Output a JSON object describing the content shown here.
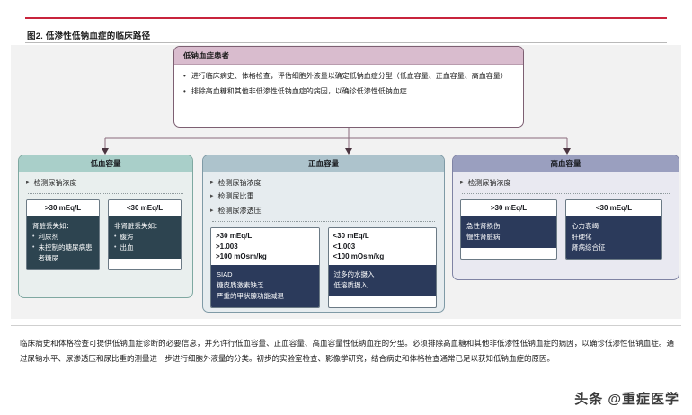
{
  "figure": {
    "title": "图2. 低渗性低钠血症的临床路径"
  },
  "top_box": {
    "header": "低钠血症患者",
    "bullets": [
      "进行临床病史、体格检查，评估细胞外液量以确定低钠血症分型（低血容量、正血容量、高血容量）",
      "排除高血糖和其他非低渗性低钠血症的病因，以确诊低渗性低钠血症"
    ],
    "bullet_marker": "•"
  },
  "columns": [
    {
      "id": "hypovolemia",
      "header": "低血容量",
      "tests": [
        "检测尿钠浓度"
      ],
      "cards": [
        {
          "threshold": ">30 mEq/L",
          "title": "肾脏丢失如：",
          "items": [
            "利尿剂",
            "未控制的糖尿病患者糖尿"
          ]
        },
        {
          "threshold": "<30 mEq/L",
          "title": "非肾脏丢失如：",
          "items": [
            "腹泻",
            "出血"
          ]
        }
      ]
    },
    {
      "id": "euvolemia",
      "header": "正血容量",
      "tests": [
        "检测尿钠浓度",
        "检测尿比重",
        "检测尿渗透压"
      ],
      "cards": [
        {
          "threshold": ">30 mEq/L\n>1.003\n>100 mOsm/kg",
          "threshold_lines": [
            ">30 mEq/L",
            ">1.003",
            ">100 mOsm/kg"
          ],
          "items": [
            "SIAD",
            "糖皮质激素缺乏",
            "严重的甲状腺功能减退"
          ]
        },
        {
          "threshold_lines": [
            "<30 mEq/L",
            "<1.003",
            "<100 mOsm/kg"
          ],
          "items": [
            "过多的水摄入",
            "低溶质摄入"
          ]
        }
      ]
    },
    {
      "id": "hypervolemia",
      "header": "高血容量",
      "tests": [
        "检测尿钠浓度"
      ],
      "cards": [
        {
          "threshold": ">30 mEq/L",
          "items": [
            "急性肾损伤",
            "慢性肾脏病"
          ]
        },
        {
          "threshold": "<30 mEq/L",
          "items": [
            "心力衰竭",
            "肝硬化",
            "肾病综合征"
          ]
        }
      ]
    }
  ],
  "footer": {
    "paragraph": "临床病史和体格检查可提供低钠血症诊断的必要信息，并允许行低血容量、正血容量、高血容量性低钠血症的分型。必须排除高血糖和其他非低渗性低钠血症的病因，以确诊低渗性低钠血症。通过尿钠水平、尿渗透压和尿比重的测量进一步进行细胞外液量的分类。初步的实验室检查、影像学研究，结合病史和体格检查通常已足以获知低钠血症的原因。"
  },
  "watermark": {
    "text": "头条 @重症医学"
  },
  "colors": {
    "accent_rule": "#c8243c",
    "top_box_header": "#d9bcce",
    "col_left_header": "#a9cfc9",
    "col_mid_header": "#adc3cc",
    "col_right_header": "#9a9fbf",
    "dark_slate": "#2d4450",
    "dark_navy": "#2b3a5b",
    "canvas_bg": "#f2f2f2"
  }
}
